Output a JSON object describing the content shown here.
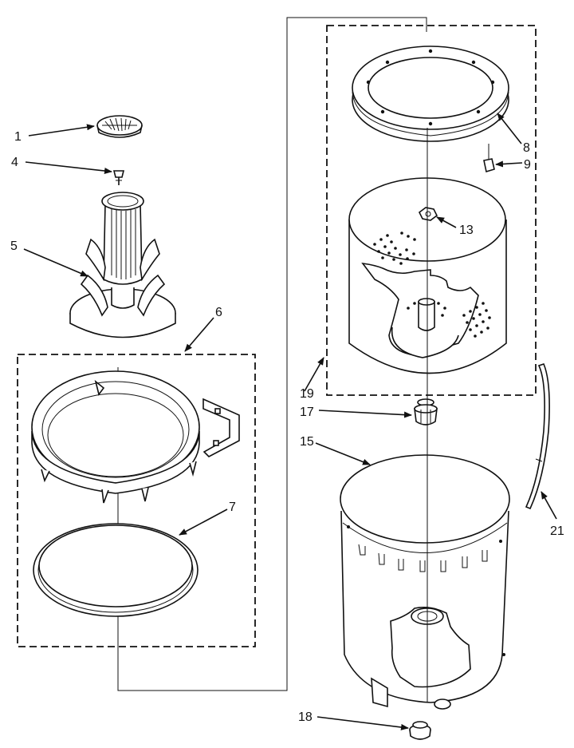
{
  "labels": {
    "p1": "1",
    "p4": "4",
    "p5": "5",
    "p6": "6",
    "p7": "7",
    "p8": "8",
    "p9": "9",
    "p13": "13",
    "p15": "15",
    "p17": "17",
    "p18": "18",
    "p19": "19",
    "p21": "21"
  }
}
